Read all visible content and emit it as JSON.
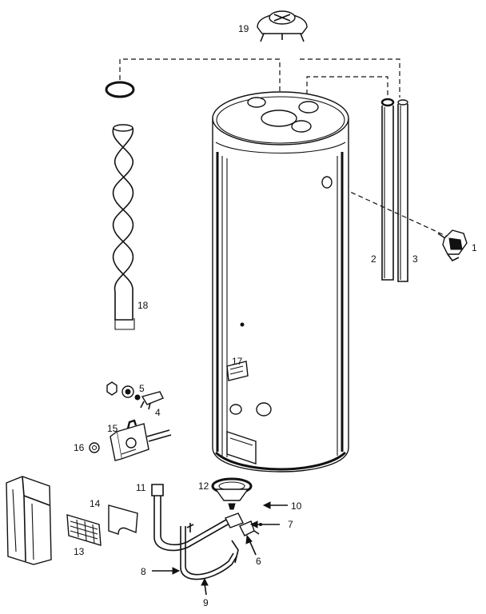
{
  "diagram": {
    "callouts": [
      {
        "id": "1"
      },
      {
        "id": "2"
      },
      {
        "id": "3"
      },
      {
        "id": "4"
      },
      {
        "id": "5"
      },
      {
        "id": "6"
      },
      {
        "id": "7"
      },
      {
        "id": "8"
      },
      {
        "id": "9"
      },
      {
        "id": "10"
      },
      {
        "id": "11"
      },
      {
        "id": "12"
      },
      {
        "id": "13"
      },
      {
        "id": "14"
      },
      {
        "id": "15"
      },
      {
        "id": "16"
      },
      {
        "id": "17"
      },
      {
        "id": "18"
      },
      {
        "id": "19"
      }
    ]
  }
}
